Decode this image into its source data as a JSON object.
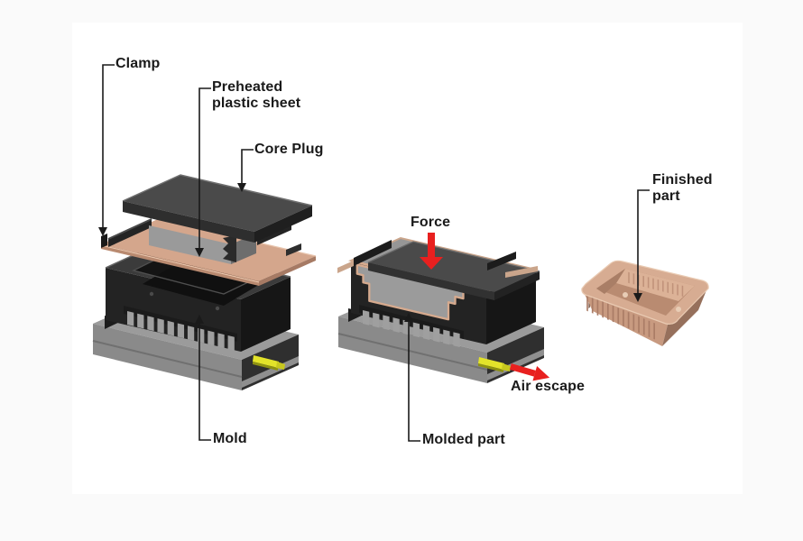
{
  "diagram": {
    "stage_exploded": {
      "labels": {
        "clamp": "Clamp",
        "preheated_sheet": "Preheated\nplastic sheet",
        "core_plug": "Core Plug",
        "mold": "Mold"
      }
    },
    "stage_forming": {
      "labels": {
        "force": "Force",
        "air_escape": "Air escape",
        "molded_part": "Molded part"
      }
    },
    "stage_finished": {
      "labels": {
        "finished_part": "Finished\npart"
      }
    },
    "colors": {
      "page_background": "#fafafa",
      "canvas_background": "#ffffff",
      "label_text": "#1a1a1a",
      "leader_line": "#1a1a1a",
      "arrow_red": "#e8201f",
      "plastic_sheet_tan": "#d4a68c",
      "finished_part_tan": "#d7ac92",
      "mold_dark_gray": "#232323",
      "plug_gray": "#9a9a9a",
      "base_gray": "#8a8a8a",
      "air_nozzle_yellow": "#e3e32a"
    }
  }
}
